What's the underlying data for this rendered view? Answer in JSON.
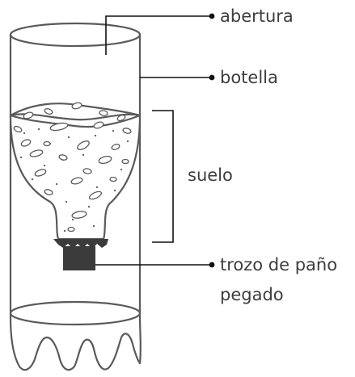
{
  "labels": {
    "opening": "abertura",
    "bottle": "botella",
    "soil": "suelo",
    "cloth_line1": "trozo de paño",
    "cloth_line2": "pegado"
  },
  "colors": {
    "outline": "#5a5a5a",
    "leader": "#111111",
    "cloth": "#3b3b3b",
    "text": "#3d3d3d"
  }
}
